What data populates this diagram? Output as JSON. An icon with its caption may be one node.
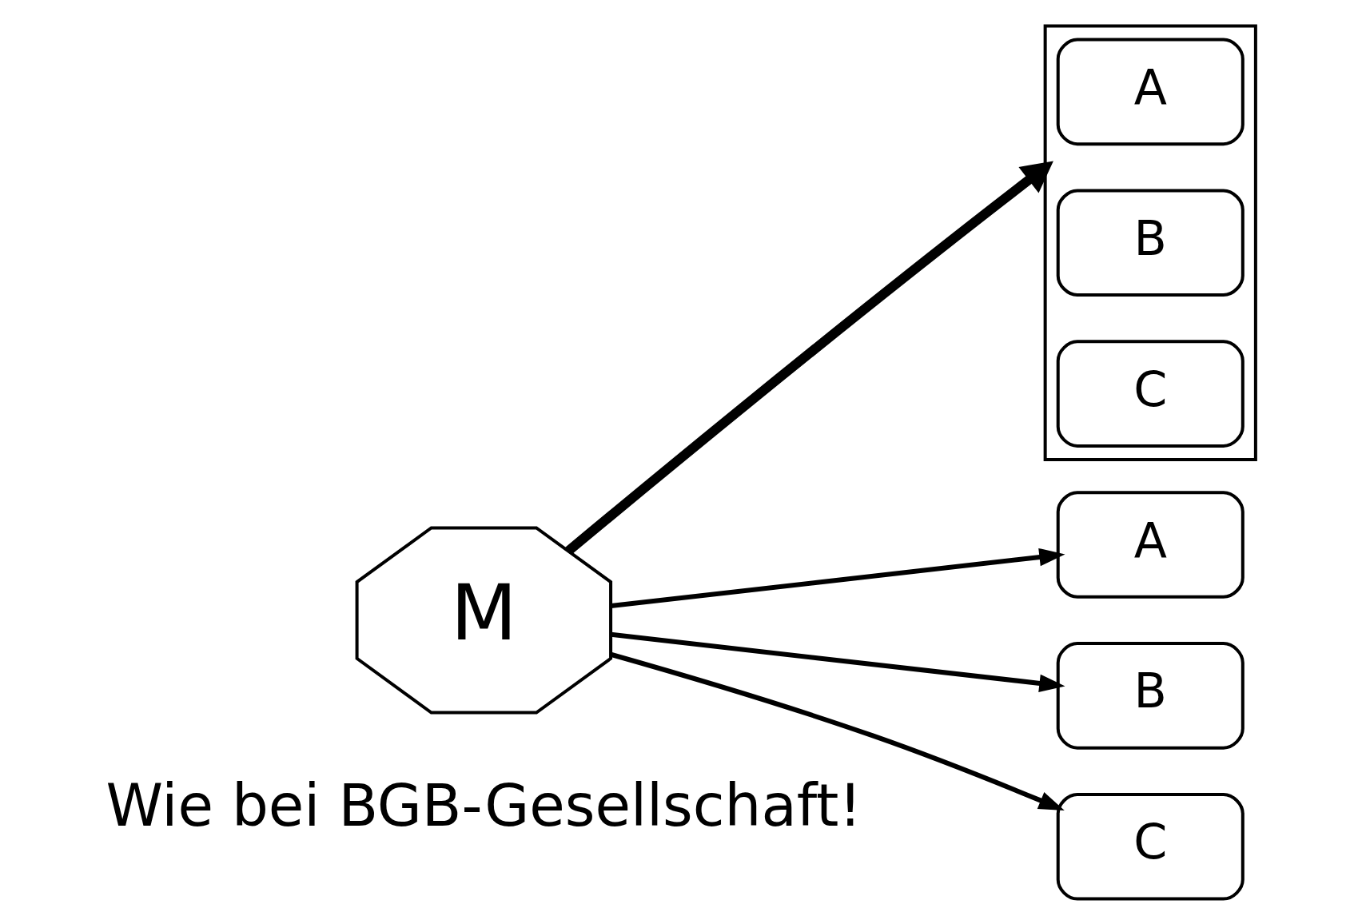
{
  "diagram": {
    "nodes": [
      {
        "text": [
          "M"
        ]
      },
      {
        "text": [],
        "shape": "box"
      },
      {
        "text": [
          "A"
        ],
        "in": 1
      },
      {
        "text": [
          "B"
        ],
        "in": 1
      },
      {
        "text": [
          "C"
        ],
        "in": 1
      },
      {
        "text": [
          "A"
        ]
      },
      {
        "text": [
          "B"
        ]
      },
      {
        "text": [
          "C"
        ]
      }
    ],
    "edges": [
      {
        "from": 0,
        "to": 1,
        "arrow": "to",
        "style": "thick"
      },
      {
        "from": 0,
        "to": 5,
        "arrow": "to"
      },
      {
        "from": 0,
        "to": 6,
        "arrow": "to"
      },
      {
        "from": 0,
        "to": 7,
        "arrow": "to"
      }
    ],
    "labels": [
      "Wie bei BGB-Gesellschaft!"
    ]
  }
}
